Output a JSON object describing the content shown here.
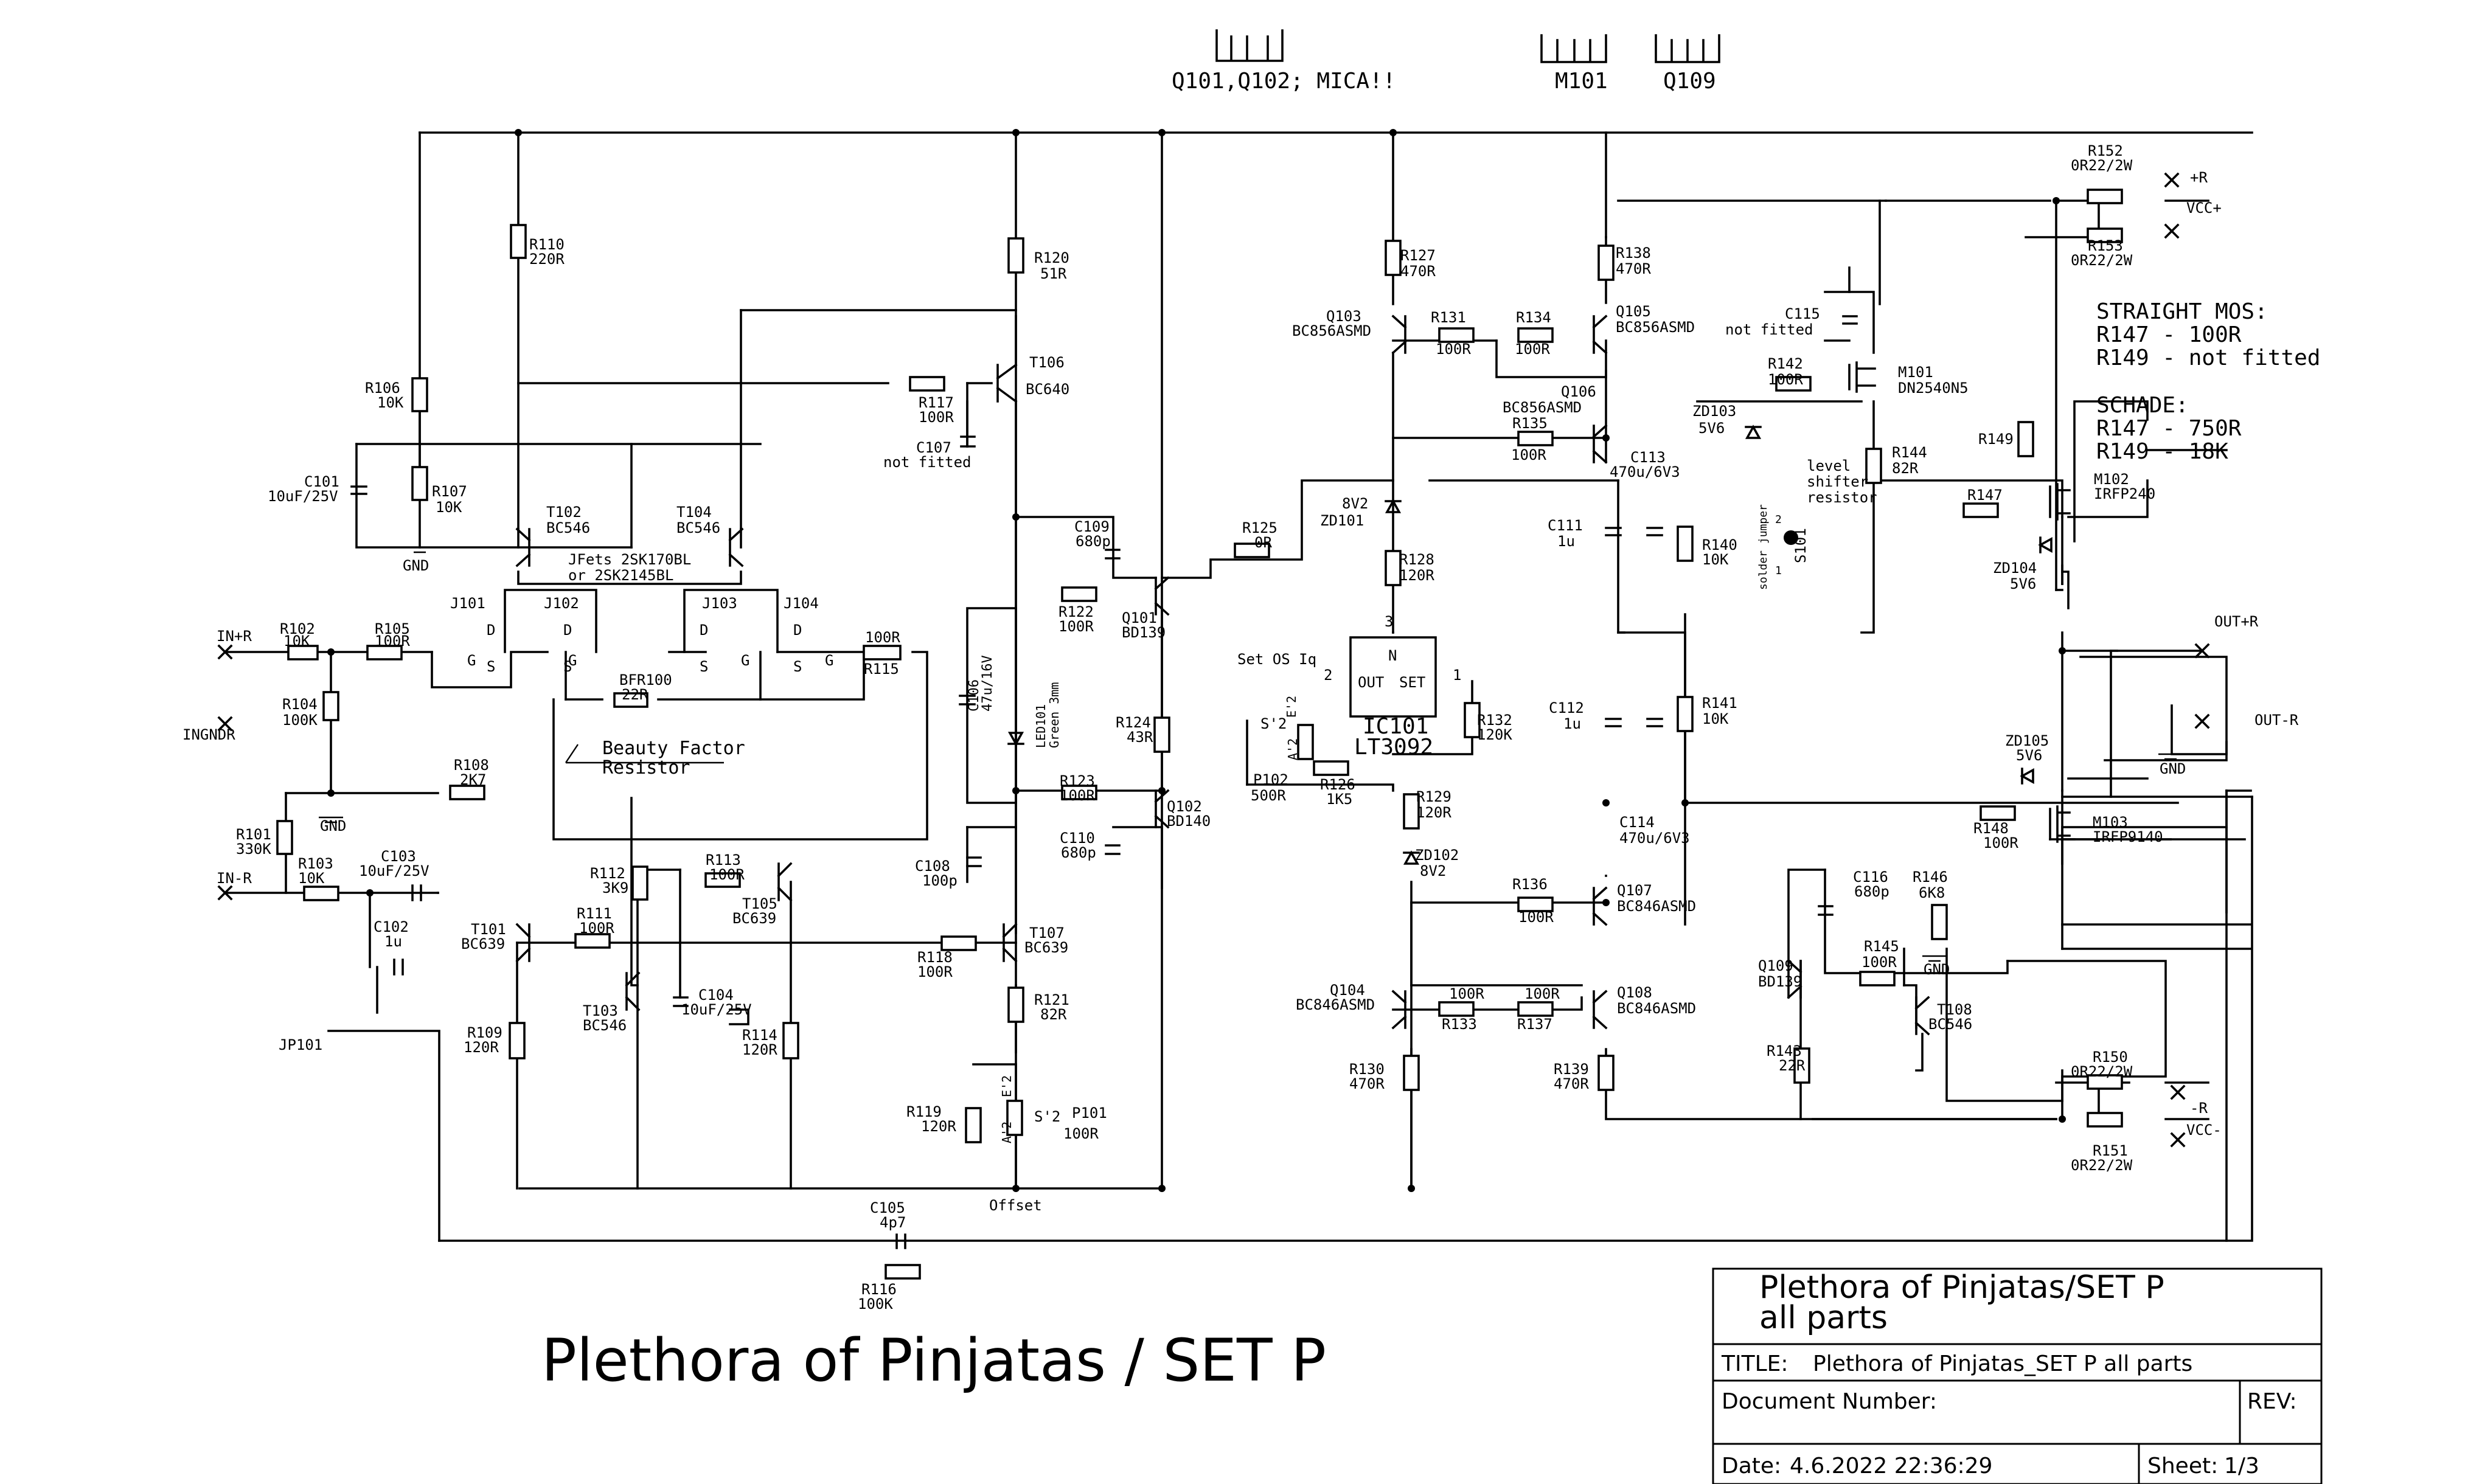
{
  "sheet_title": "Plethora of Pinjatas / SET P",
  "heatsink_notes": {
    "q101_q102": "Q101,Q102; MICA!!",
    "m101": "M101",
    "q109": "Q109"
  },
  "notes": {
    "straight_mos": [
      "STRAIGHT MOS:",
      "R147 - 100R",
      "R149 - not fitted"
    ],
    "schade": [
      "SCHADE:",
      "R147 - 750R",
      "R149 - 18K"
    ]
  },
  "annotations": {
    "jfets": "JFets 2SK170BL",
    "jfets_alt": "or 2SK2145BL",
    "beauty_1": "Beauty Factor",
    "beauty_2": "Resistor",
    "bfr_name": "BFR100",
    "bfr_value": "22R",
    "level_1": "level",
    "level_2": "shifter",
    "level_3": "resistor",
    "solder_jumper": "solder jumper",
    "set_os_iq": "Set OS Iq",
    "offset": "Offset"
  },
  "connectors": {
    "in_pos_r": "IN+R",
    "in_neg_r": "IN-R",
    "ingndr": "INGNDR",
    "out_pos_r": "OUT+R",
    "out_neg_r": "OUT-R",
    "plus_r": "+R",
    "vcc_pos": "VCC+",
    "minus_r": "-R",
    "vcc_neg": "VCC-",
    "gnd": "GND",
    "jp101": "JP101"
  },
  "components": {
    "R102": [
      "R102",
      "10K"
    ],
    "R105": [
      "R105",
      "100R"
    ],
    "R104": [
      "R104",
      "100K"
    ],
    "R106": [
      "R106",
      "10K"
    ],
    "R107": [
      "R107",
      "10K"
    ],
    "C101": [
      "C101",
      "10uF/25V"
    ],
    "R110": [
      "R110",
      "220R"
    ],
    "R120": [
      "R120",
      "51R"
    ],
    "T106": [
      "T106",
      "BC640"
    ],
    "R117": [
      "R117",
      "100R"
    ],
    "C107": [
      "C107",
      "not fitted"
    ],
    "T102": [
      "T102",
      "BC546"
    ],
    "T104": [
      "T104",
      "BC546"
    ],
    "J101": [
      "J101"
    ],
    "J102": [
      "J102"
    ],
    "J103": [
      "J103"
    ],
    "J104": [
      "J104"
    ],
    "R115": [
      "100R",
      "R115"
    ],
    "R101": [
      "R101",
      "330K"
    ],
    "R103": [
      "R103",
      "10K"
    ],
    "C103": [
      "C103",
      "10uF/25V"
    ],
    "C102": [
      "C102",
      "1u"
    ],
    "R108": [
      "R108",
      "2K7"
    ],
    "R112": [
      "R112",
      "3K9"
    ],
    "R111": [
      "R111",
      "100R"
    ],
    "T101": [
      "T101",
      "BC639"
    ],
    "R113": [
      "R113",
      "100R"
    ],
    "T105": [
      "T105",
      "BC639"
    ],
    "T103": [
      "T103",
      "BC546"
    ],
    "C104": [
      "C104",
      "10uF/25V"
    ],
    "R109": [
      "R109",
      "120R"
    ],
    "R114": [
      "R114",
      "120R"
    ],
    "C109": [
      "C109",
      "680p"
    ],
    "R122": [
      "R122",
      "100R"
    ],
    "C106": [
      "C106",
      "47u/16V"
    ],
    "LED101": [
      "LED101",
      "Green 3mm"
    ],
    "R123": [
      "R123",
      "100R"
    ],
    "C110": [
      "C110",
      "680p"
    ],
    "C108": [
      "C108",
      "100p"
    ],
    "R118": [
      "R118",
      "100R"
    ],
    "T107": [
      "T107",
      "BC639"
    ],
    "R121": [
      "R121",
      "82R"
    ],
    "R119": [
      "R119",
      "120R"
    ],
    "P101": [
      "P101",
      "100R"
    ],
    "C105": [
      "C105",
      "4p7"
    ],
    "R116": [
      "R116",
      "100K"
    ],
    "Q101": [
      "Q101",
      "BD139"
    ],
    "Q102": [
      "Q102",
      "BD140"
    ],
    "R124": [
      "R124",
      "43R"
    ],
    "R125": [
      "R125",
      "0R"
    ],
    "R127": [
      "R127",
      "470R"
    ],
    "Q103": [
      "Q103",
      "BC856ASMD"
    ],
    "R131": [
      "R131",
      "100R"
    ],
    "R134": [
      "R134",
      "100R"
    ],
    "Q105": [
      "Q105",
      "BC856ASMD"
    ],
    "R138": [
      "R138",
      "470R"
    ],
    "Q106": [
      "Q106",
      "BC856ASMD"
    ],
    "R135": [
      "R135",
      "100R"
    ],
    "ZD101": [
      "8V2",
      "ZD101"
    ],
    "R128": [
      "R128",
      "120R"
    ],
    "IC101": [
      "IC101",
      "LT3092"
    ],
    "R132": [
      "R132",
      "120K"
    ],
    "P102": [
      "P102",
      "500R"
    ],
    "R126": [
      "R126",
      "1K5"
    ],
    "R129": [
      "R129",
      "120R"
    ],
    "ZD102": [
      "ZD102",
      "8V2"
    ],
    "R136": [
      "R136",
      "100R"
    ],
    "Q107": [
      "Q107",
      "BC846ASMD"
    ],
    "Q104": [
      "Q104",
      "BC846ASMD"
    ],
    "R133": [
      "R133",
      "100R"
    ],
    "R137": [
      "R137",
      "100R"
    ],
    "Q108": [
      "Q108",
      "BC846ASMD"
    ],
    "R130": [
      "R130",
      "470R"
    ],
    "R139": [
      "R139",
      "470R"
    ],
    "C113": [
      "C113",
      "470u/6V3"
    ],
    "C111": [
      "C111",
      "1u"
    ],
    "C112": [
      "C112",
      "1u"
    ],
    "C114": [
      "C114",
      "470u/6V3"
    ],
    "R140": [
      "R140",
      "10K"
    ],
    "R141": [
      "R141",
      "10K"
    ],
    "ZD103": [
      "ZD103",
      "5V6"
    ],
    "R142": [
      "R142",
      "100R"
    ],
    "C115": [
      "C115",
      "not fitted"
    ],
    "M101": [
      "M101",
      "DN2540N5"
    ],
    "R144": [
      "R144",
      "82R"
    ],
    "S101": [
      "S101"
    ],
    "R152": [
      "R152",
      "0R22/2W"
    ],
    "R153": [
      "R153",
      "0R22/2W"
    ],
    "R149": [
      "R149"
    ],
    "R147": [
      "R147"
    ],
    "M102": [
      "M102",
      "IRFP240"
    ],
    "ZD104": [
      "ZD104",
      "5V6"
    ],
    "ZD105": [
      "ZD105",
      "5V6"
    ],
    "R148": [
      "R148",
      "100R"
    ],
    "M103": [
      "M103",
      "IRFP9140"
    ],
    "C116": [
      "C116",
      "680p"
    ],
    "R146": [
      "R146",
      "6K8"
    ],
    "R145": [
      "R145",
      "100R"
    ],
    "Q109": [
      "Q109",
      "BD139"
    ],
    "T108": [
      "T108",
      "BC546"
    ],
    "R143": [
      "R143",
      "22R"
    ],
    "R150": [
      "R150",
      "0R22/2W"
    ],
    "R151": [
      "R151",
      "0R22/2W"
    ]
  },
  "pins": {
    "ic_n": "N",
    "ic_out": "OUT",
    "ic_set": "SET",
    "ic_2": "2",
    "ic_3": "3",
    "ic_1": "1",
    "g": "G",
    "d": "D",
    "s": "S",
    "p_s2": "S'2",
    "p_e2": "E'2",
    "p_a2": "A'2",
    "s101_1": "1",
    "s101_2": "2"
  },
  "title_block": {
    "name_line1": "Plethora of Pinjatas/SET P",
    "name_line2": "all parts",
    "title_label": "TITLE:",
    "title_value": "Plethora of Pinjatas_SET P all parts",
    "doc_label": "Document Number:",
    "rev_label": "REV:",
    "date_label": "Date:",
    "date_value": "4.6.2022 22:36:29",
    "sheet_label": "Sheet:",
    "sheet_value": "1/3"
  }
}
